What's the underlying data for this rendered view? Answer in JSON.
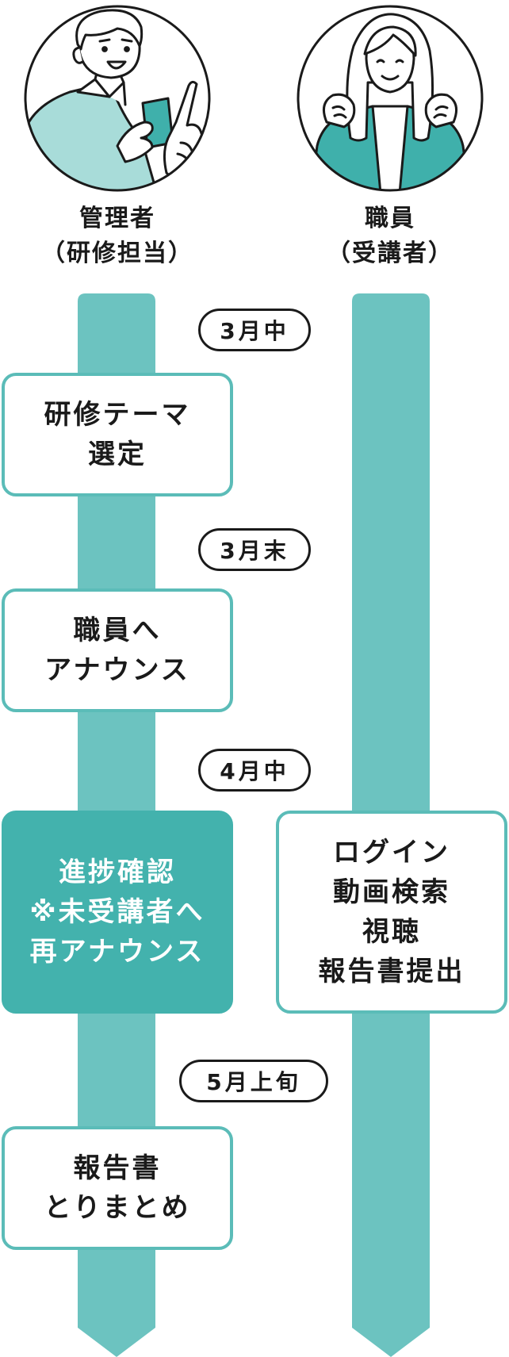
{
  "actors": [
    {
      "name": "admin",
      "label": "管理者\n（研修担当）",
      "icon": "man-with-phone-pointing-icon"
    },
    {
      "name": "staff",
      "label": "職員\n（受講者）",
      "icon": "woman-cheering-icon"
    }
  ],
  "milestones": [
    {
      "label": "3月中"
    },
    {
      "label": "3月末"
    },
    {
      "label": "4月中"
    },
    {
      "label": "5月上旬"
    }
  ],
  "steps": [
    {
      "text": "研修テーマ\n選定",
      "style": "outline"
    },
    {
      "text": "職員へ\nアナウンス",
      "style": "outline"
    },
    {
      "text": "進捗確認\n※未受講者へ\n再アナウンス",
      "style": "filled"
    },
    {
      "text": "ログイン\n動画検索\n視聴\n報告書提出",
      "style": "outline"
    },
    {
      "text": "報告書\nとりまとめ",
      "style": "outline"
    }
  ],
  "colors": {
    "track": "#6cc3c0",
    "accent": "#43b2ad",
    "outline_border": "#5bbcb8",
    "ink": "#1a1a1a"
  }
}
